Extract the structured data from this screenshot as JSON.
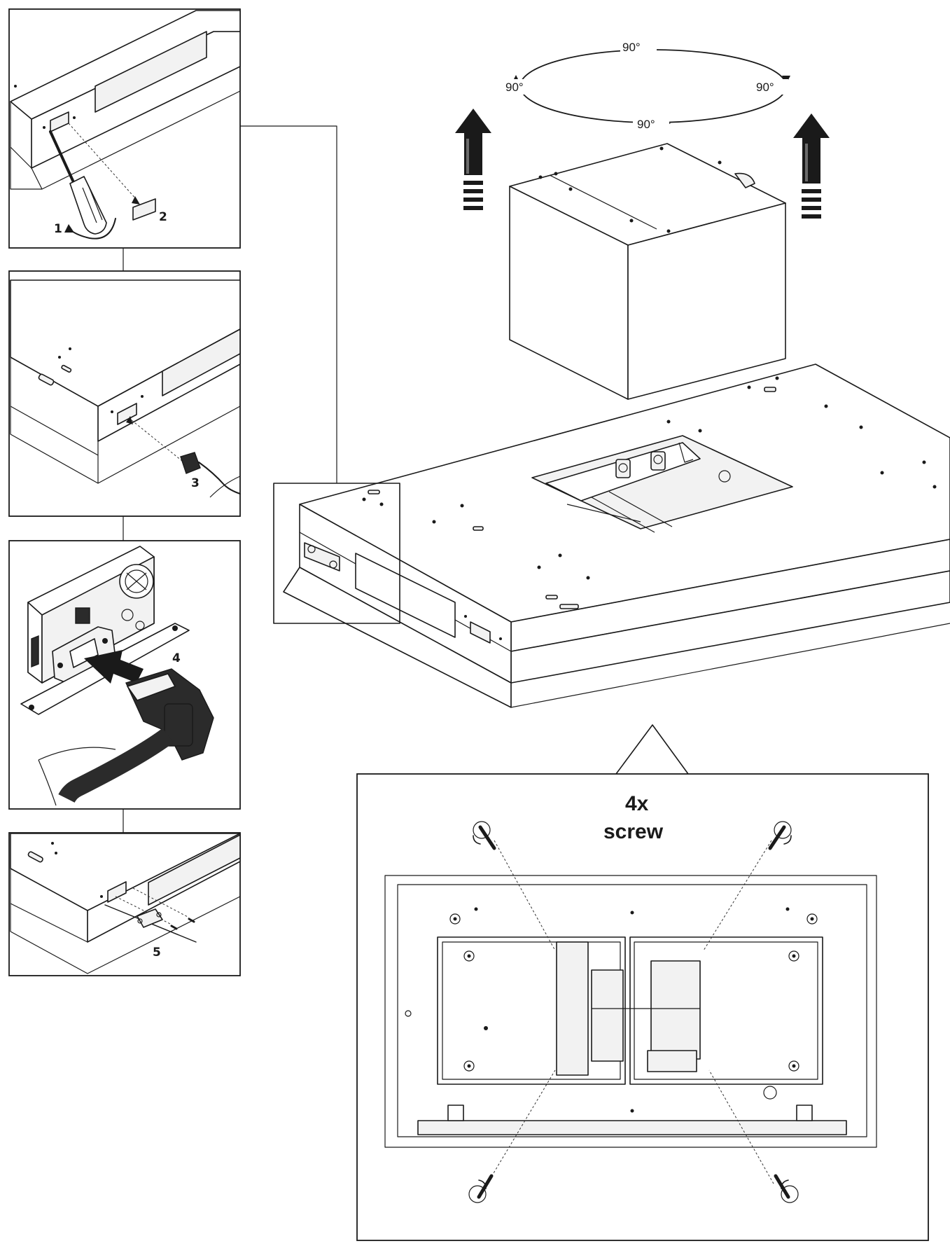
{
  "steps": {
    "step1": "1",
    "step2": "2",
    "step3": "3",
    "step4": "4",
    "step5": "5"
  },
  "rotation": {
    "top": "90°",
    "left": "90°",
    "right": "90°",
    "bottom": "90°"
  },
  "detail": {
    "count": "4x",
    "item": "screw"
  }
}
